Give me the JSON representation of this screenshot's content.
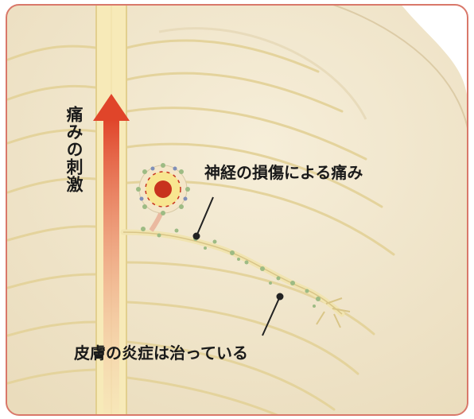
{
  "labels": {
    "pain_stimulus": "痛みの刺激",
    "nerve_damage_pain": "神経の損傷による痛み",
    "skin_inflammation_healed": "皮膚の炎症は治っている"
  },
  "colors": {
    "background": "#ffffff",
    "frame": "#d9786a",
    "skin": "#f2e8cf",
    "skin_shadow": "#e4d6b6",
    "spine": "#f6e9b8",
    "nerve": "#ece0b0",
    "nerve_stroke": "#d8c68e",
    "arrow_top": "#e0452a",
    "arrow_bottom": "#f5c3a0",
    "lesion_core": "#c8321e",
    "lesion_ring": "#f7e38a",
    "lesion_dots": "#8fb07a",
    "leader_line": "#222222"
  }
}
